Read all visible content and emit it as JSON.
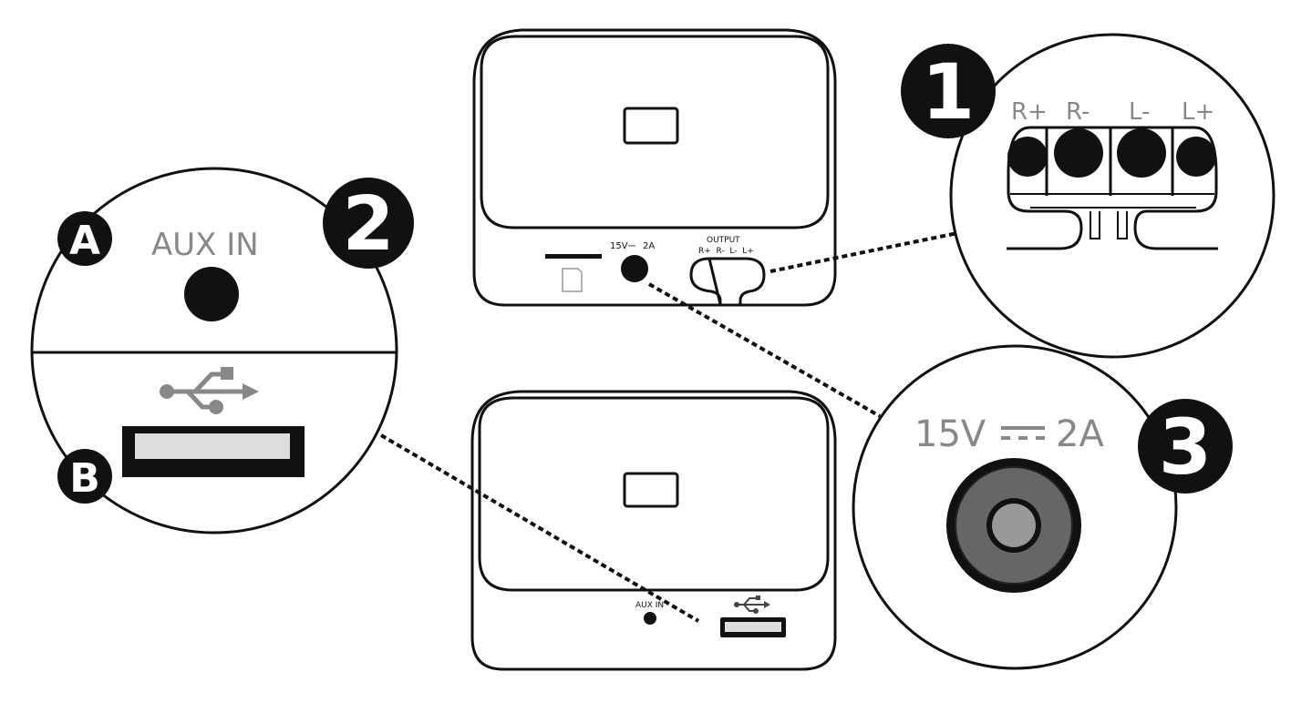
{
  "callouts": {
    "c1": {
      "number": "1",
      "terminals": [
        "R+",
        "R-",
        "L-",
        "L+"
      ]
    },
    "c2": {
      "number": "2",
      "a_marker": "A",
      "b_marker": "B",
      "aux_label": "AUX IN"
    },
    "c3": {
      "number": "3",
      "power_volt": "15V",
      "power_amp": "2A"
    }
  },
  "device_top": {
    "power_volt": "15V",
    "power_amp": "2A",
    "output_label": "OUTPUT",
    "output_terminals": "R+  R-  L-  L+"
  },
  "device_bottom": {
    "aux_label": "AUX IN"
  },
  "icons": [
    "usb-icon",
    "sd-card-icon",
    "dc-symbol-icon"
  ]
}
